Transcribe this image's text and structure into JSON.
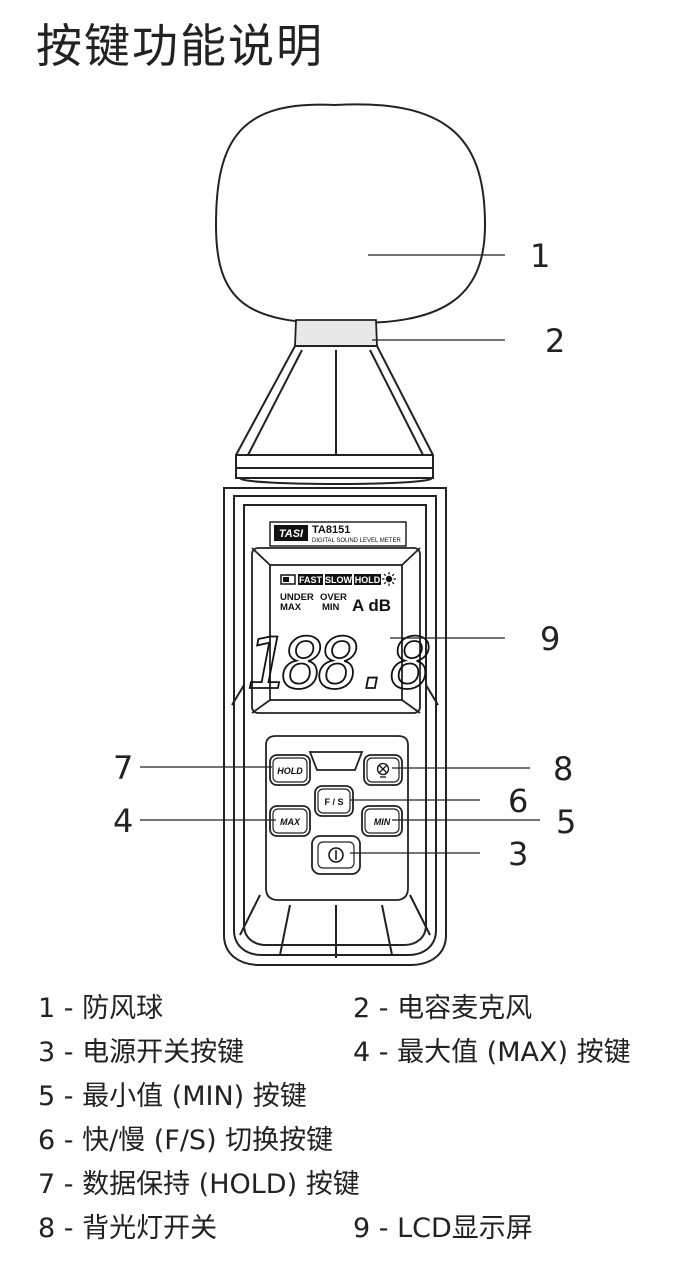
{
  "title": "按键功能说明",
  "device": {
    "brand": "TASI",
    "model": "TA8151",
    "subtitle": "DIGITAL SOUND LEVEL METER",
    "lcd": {
      "fast": "FAST",
      "slow": "SLOW",
      "hold": "HOLD",
      "under": "UNDER",
      "over": "OVER",
      "max": "MAX",
      "min": "MIN",
      "unit": "A dB",
      "digits": "188.8"
    },
    "buttons": {
      "hold": "HOLD",
      "fs": "F / S",
      "max": "MAX",
      "min": "MIN"
    }
  },
  "callouts": [
    "1",
    "2",
    "3",
    "4",
    "5",
    "6",
    "7",
    "8",
    "9"
  ],
  "legend": [
    "1 - 防风球",
    "2 - 电容麦克风",
    "3 - 电源开关按键",
    "4 - 最大值 (MAX) 按键",
    "5 - 最小值 (MIN) 按键",
    "6 - 快/慢 (F/S) 切换按键",
    "7 - 数据保持 (HOLD) 按键",
    "8 - 背光灯开关",
    "9 - LCD显示屏"
  ]
}
